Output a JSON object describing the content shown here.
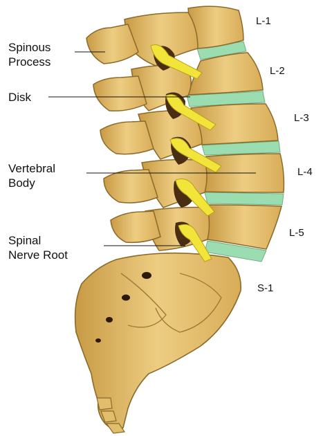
{
  "labels": {
    "spinous_process": [
      "Spinous",
      "Process"
    ],
    "disk": "Disk",
    "vertebral_body": [
      "Vertebral",
      "Body"
    ],
    "spinal_nerve_root": [
      "Spinal",
      "Nerve Root"
    ]
  },
  "levels": [
    "L-1",
    "L-2",
    "L-3",
    "L-4",
    "L-5",
    "S-1"
  ],
  "colors": {
    "bone": "#e9c675",
    "bone_shadow": "#c89a45",
    "bone_outline": "#8a6a2a",
    "disk": "#9bdcb0",
    "nerve": "#f3e43a",
    "nerve_outline": "#b3a11a",
    "foramen": "#4a2e14",
    "text": "#111111"
  }
}
